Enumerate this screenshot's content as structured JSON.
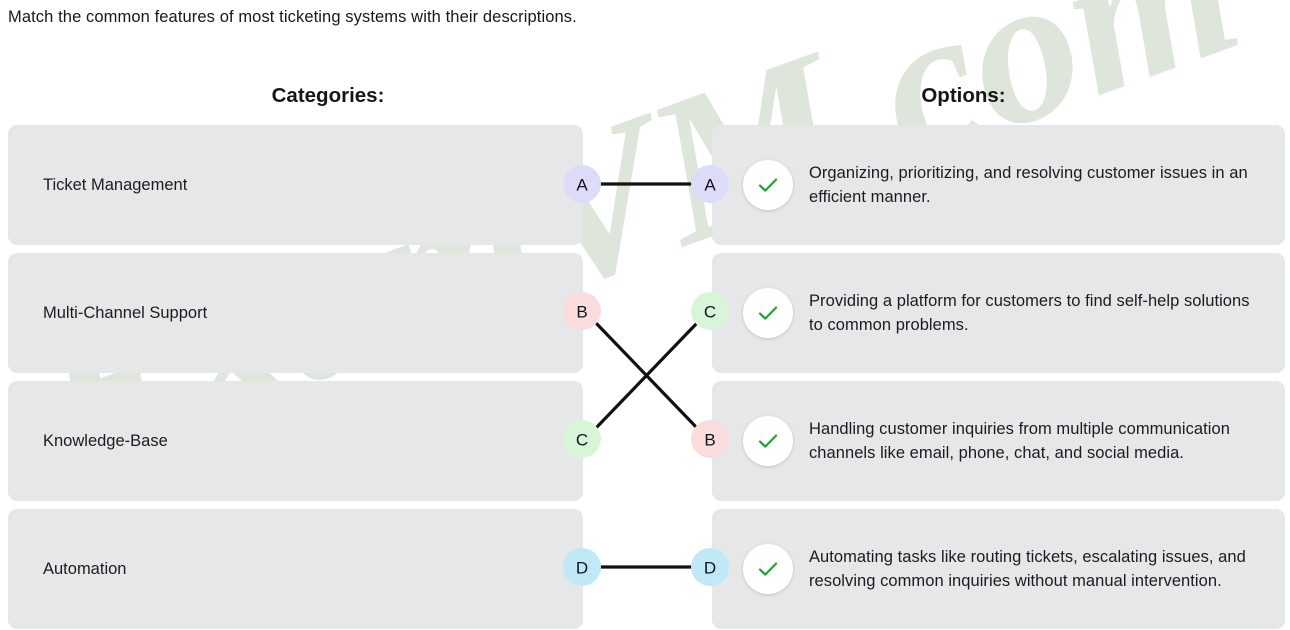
{
  "prompt": "Match the common features of most ticketing systems with their descriptions.",
  "headings": {
    "left": "Categories:",
    "right": "Options:"
  },
  "watermark": {
    "text": "ExamVM.com",
    "color": "#d9e2d6"
  },
  "colors": {
    "card_background": "#e6e7e8",
    "page_background": "#ffffff",
    "text": "#1c1c20",
    "line": "#111111",
    "check_mark": "#2a9d2a",
    "check_circle_background": "#ffffff",
    "node_a": "#dcdcf8",
    "node_b": "#fadcdc",
    "node_c": "#d9f5d9",
    "node_d": "#bfe9f6"
  },
  "categories": [
    {
      "label": "Ticket Management",
      "node": "A",
      "node_color_key": "node_a"
    },
    {
      "label": "Multi-Channel Support",
      "node": "B",
      "node_color_key": "node_b"
    },
    {
      "label": "Knowledge-Base",
      "node": "C",
      "node_color_key": "node_c"
    },
    {
      "label": "Automation",
      "node": "D",
      "node_color_key": "node_d"
    }
  ],
  "options": [
    {
      "node": "A",
      "node_color_key": "node_a",
      "icon": "check-icon",
      "text": "Organizing, prioritizing, and resolving customer issues in an efficient manner."
    },
    {
      "node": "C",
      "node_color_key": "node_c",
      "icon": "check-icon",
      "text": "Providing a platform for customers to find self-help solutions to common problems."
    },
    {
      "node": "B",
      "node_color_key": "node_b",
      "icon": "check-icon",
      "text": "Handling customer inquiries from multiple communication channels like email, phone, chat, and social media."
    },
    {
      "node": "D",
      "node_color_key": "node_d",
      "icon": "check-icon",
      "text": "Automating tasks like routing tickets, escalating issues, and resolving common inquiries without manual intervention."
    }
  ],
  "connections": [
    {
      "from": "A",
      "to": "A",
      "from_row": 1,
      "to_row": 1
    },
    {
      "from": "B",
      "to": "B",
      "from_row": 2,
      "to_row": 3
    },
    {
      "from": "C",
      "to": "C",
      "from_row": 3,
      "to_row": 2
    },
    {
      "from": "D",
      "to": "D",
      "from_row": 4,
      "to_row": 4
    }
  ]
}
